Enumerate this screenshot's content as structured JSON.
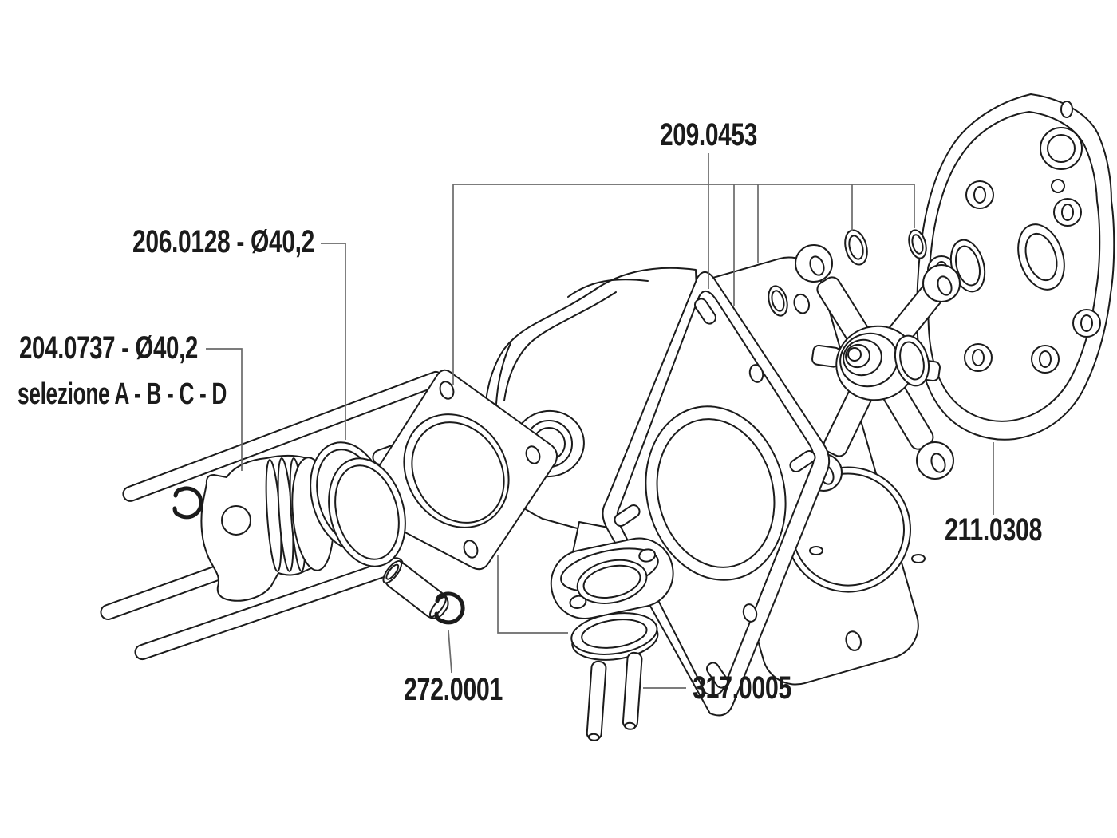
{
  "diagram": {
    "type": "exploded-parts-diagram",
    "subject": "engine cylinder kit",
    "background": "#ffffff",
    "line_color": "#1b1b1b",
    "leader_color": "#6a6a6a",
    "labels": {
      "gasket_set": "209.0453",
      "piston_rings": "206.0128 - Ø40,2",
      "piston": "204.0737 - Ø40,2",
      "piston_selection": "selezione A - B - C - D",
      "head_cover": "211.0308",
      "circlip": "272.0001",
      "stud_kit": "317.0005"
    }
  }
}
